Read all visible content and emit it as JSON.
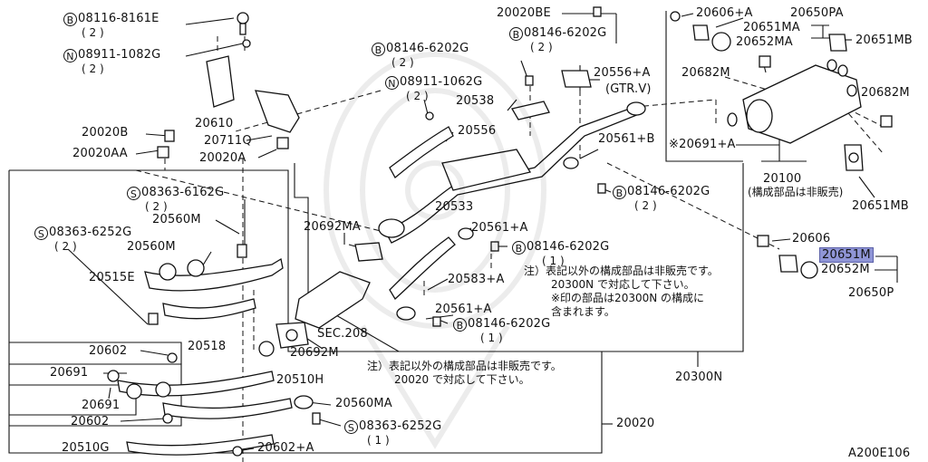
{
  "diagram_code": "A200E106",
  "highlight_color": "#8f95d6",
  "parts": {
    "p08116": {
      "sym": "B",
      "num": "08116-8161E",
      "qty": "( 2 )"
    },
    "p08911a": {
      "sym": "N",
      "num": "08911-1082G",
      "qty": "( 2 )"
    },
    "p20610": "20610",
    "p20711q": "20711Q",
    "p20020a": "20020A",
    "p20020b": "20020B",
    "p20020aa": "20020AA",
    "p08363a": {
      "sym": "S",
      "num": "08363-6162G",
      "qty": "( 2 )"
    },
    "p08363b": {
      "sym": "S",
      "num": "08363-6252G",
      "qty": "( 2 )"
    },
    "p20560m_1": "20560M",
    "p20560m_2": "20560M",
    "p20515e": "20515E",
    "p20518": "20518",
    "p20602_1": "20602",
    "p20691_1": "20691",
    "p20691_2": "20691",
    "p20602_2": "20602",
    "p20510g": "20510G",
    "p20602a": "20602+A",
    "p20510h": "20510H",
    "p20560ma": "20560MA",
    "p08363c": {
      "sym": "S",
      "num": "08363-6252G",
      "qty": "( 1 )"
    },
    "p20020": "20020",
    "p08146a": {
      "sym": "B",
      "num": "08146-6202G",
      "qty": "( 2 )"
    },
    "p08911b": {
      "sym": "N",
      "num": "08911-1062G",
      "qty": "( 2 )"
    },
    "p20538": "20538",
    "p20556": "20556",
    "p20692ma": "20692MA",
    "p20533": "20533",
    "p20692m": "20692M",
    "psec208": "SEC.208",
    "p20561a_1": "20561+A",
    "p08146c": {
      "sym": "B",
      "num": "08146-6202G",
      "qty": "( 1 )"
    },
    "p20583a": "20583+A",
    "p20561a_2": "20561+A",
    "p08146d": {
      "sym": "B",
      "num": "08146-6202G",
      "qty": "( 1 )"
    },
    "p20300n": "20300N",
    "p20020be": "20020BE",
    "p08146b": {
      "sym": "B",
      "num": "08146-6202G",
      "qty": "( 2 )"
    },
    "p20556a": "20556+A",
    "pgtrv": "(GTR.V)",
    "p20561b": "20561+B",
    "p08146e": {
      "sym": "B",
      "num": "08146-6202G",
      "qty": "( 2 )"
    },
    "p20606a": "20606+A",
    "p20650pa": "20650PA",
    "p20651ma": "20651MA",
    "p20652ma": "20652MA",
    "p20651mb_1": "20651MB",
    "p20682m_1": "20682M",
    "p20682m_2": "20682M",
    "p20691a": "※20691+A",
    "p20100": "20100",
    "p20100note": "(構成部品は非販売)",
    "p20651mb_2": "20651MB",
    "p20606": "20606",
    "p20651m": "20651M",
    "p20652m": "20652M",
    "p20650p": "20650P"
  },
  "notes": {
    "note1": [
      "注）表記以外の構成部品は非販売です。",
      "20300N で対応して下さい。",
      "※印の部品は20300N の構成に",
      "含まれます。"
    ],
    "note2": [
      "注）表記以外の構成部品は非販売です。",
      "20020 で対応して下さい。"
    ]
  }
}
